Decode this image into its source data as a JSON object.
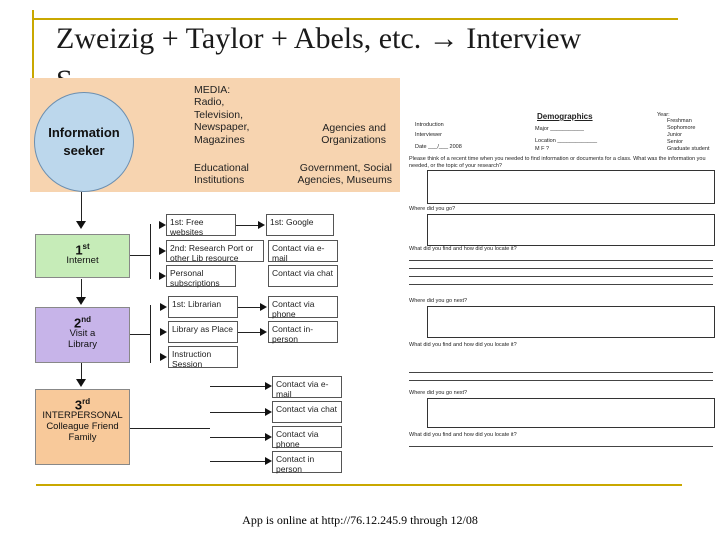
{
  "slide": {
    "title": "Zweizig + Taylor + Abels, etc. → Interview",
    "title_cont": "S",
    "footer": "App is online at http://76.12.245.9 through 12/08"
  },
  "diagram": {
    "seeker": "Information seeker",
    "media": [
      "MEDIA:",
      "Radio,",
      "Television,",
      "Newspaper,",
      "Magazines"
    ],
    "educational": [
      "Educational",
      "Institutions"
    ],
    "agencies": [
      "Agencies and",
      "Organizations"
    ],
    "government": [
      "Government, Social",
      "Agencies, Museums"
    ],
    "stages": [
      {
        "num": "1",
        "sup": "st",
        "label": "Internet",
        "color": "#c6ecb8"
      },
      {
        "num": "2",
        "sup": "nd",
        "label": "Visit a Library",
        "color": "#c7b4e9"
      },
      {
        "num": "3",
        "sup": "rd",
        "label": "INTERPERSONAL Colleague Friend Family",
        "color": "#f8c99a"
      }
    ],
    "internet_boxes": [
      "1st: Free websites",
      "2nd: Research Port or other Lib resource",
      "Personal subscriptions"
    ],
    "internet_right": [
      "1st: Google",
      "Contact via e-mail",
      "Contact via chat"
    ],
    "library_boxes": [
      "1st: Librarian",
      "Library as Place",
      "Instruction Session"
    ],
    "library_right": [
      "Contact via phone",
      "Contact in-person"
    ],
    "interpersonal_boxes": [
      "Contact via e-mail",
      "Contact via chat",
      "Contact via phone",
      "Contact in person"
    ]
  },
  "form": {
    "heading": "Demographics",
    "left_fields": [
      "Introduction",
      "Interviewer",
      "Date ___/___ 2008"
    ],
    "mid_fields": [
      "Major ___________",
      "Location _____________",
      "M   F   ?"
    ],
    "year_label": "Year:",
    "years": [
      "Freshman",
      "Sophomore",
      "Junior",
      "Senior",
      "Graduate student"
    ],
    "prompt": "Please think of a recent time when you needed to find information or documents for a class. What was the information you needed, or the topic of your research?",
    "q1": "Where did you go?",
    "q2": "What did you find and how did you locate it?",
    "q3": "Where did you go next?",
    "q4": "What did you find and how did you locate it?",
    "q5": "Where did you go next?",
    "q6": "What did you find and how did you locate it?"
  }
}
